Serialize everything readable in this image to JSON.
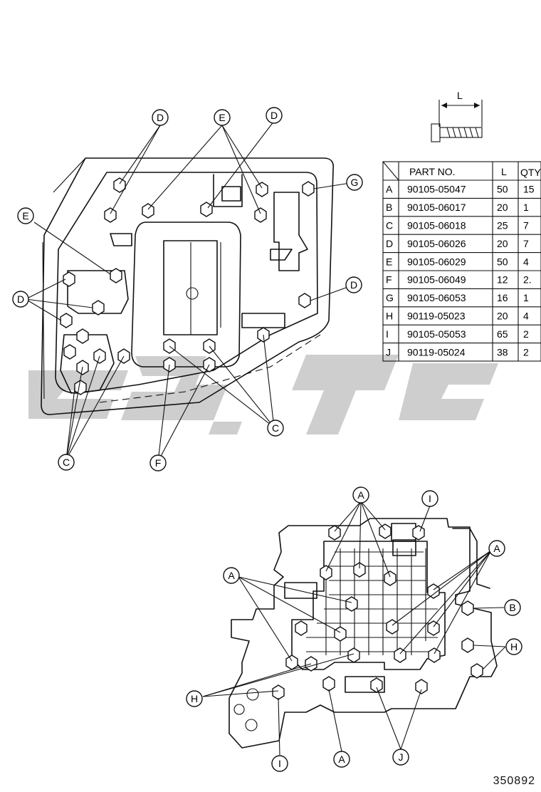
{
  "bolt_table": {
    "headers": {
      "part_no": "PART NO.",
      "length": "L",
      "qty": "QTY"
    },
    "rows": [
      {
        "key": "A",
        "part_no": "90105-05047",
        "length": "50",
        "qty": "15"
      },
      {
        "key": "B",
        "part_no": "90105-06017",
        "length": "20",
        "qty": "1"
      },
      {
        "key": "C",
        "part_no": "90105-06018",
        "length": "25",
        "qty": "7"
      },
      {
        "key": "D",
        "part_no": "90105-06026",
        "length": "20",
        "qty": "7"
      },
      {
        "key": "E",
        "part_no": "90105-06029",
        "length": "50",
        "qty": "4"
      },
      {
        "key": "F",
        "part_no": "90105-06049",
        "length": "12",
        "qty": "2."
      },
      {
        "key": "G",
        "part_no": "90105-06053",
        "length": "16",
        "qty": "1"
      },
      {
        "key": "H",
        "part_no": "90119-05023",
        "length": "20",
        "qty": "4"
      },
      {
        "key": "I",
        "part_no": "90105-05053",
        "length": "65",
        "qty": "2"
      },
      {
        "key": "J",
        "part_no": "90119-05024",
        "length": "38",
        "qty": "2"
      }
    ]
  },
  "bolt_icon": {
    "dimension_label": "L"
  },
  "upper_callouts": [
    "D",
    "E",
    "D",
    "G",
    "E",
    "D",
    "D",
    "C",
    "F",
    "C"
  ],
  "lower_callouts": [
    "A",
    "I",
    "A",
    "A",
    "B",
    "H",
    "H",
    "I",
    "A",
    "J"
  ],
  "diagram_code": "350892"
}
